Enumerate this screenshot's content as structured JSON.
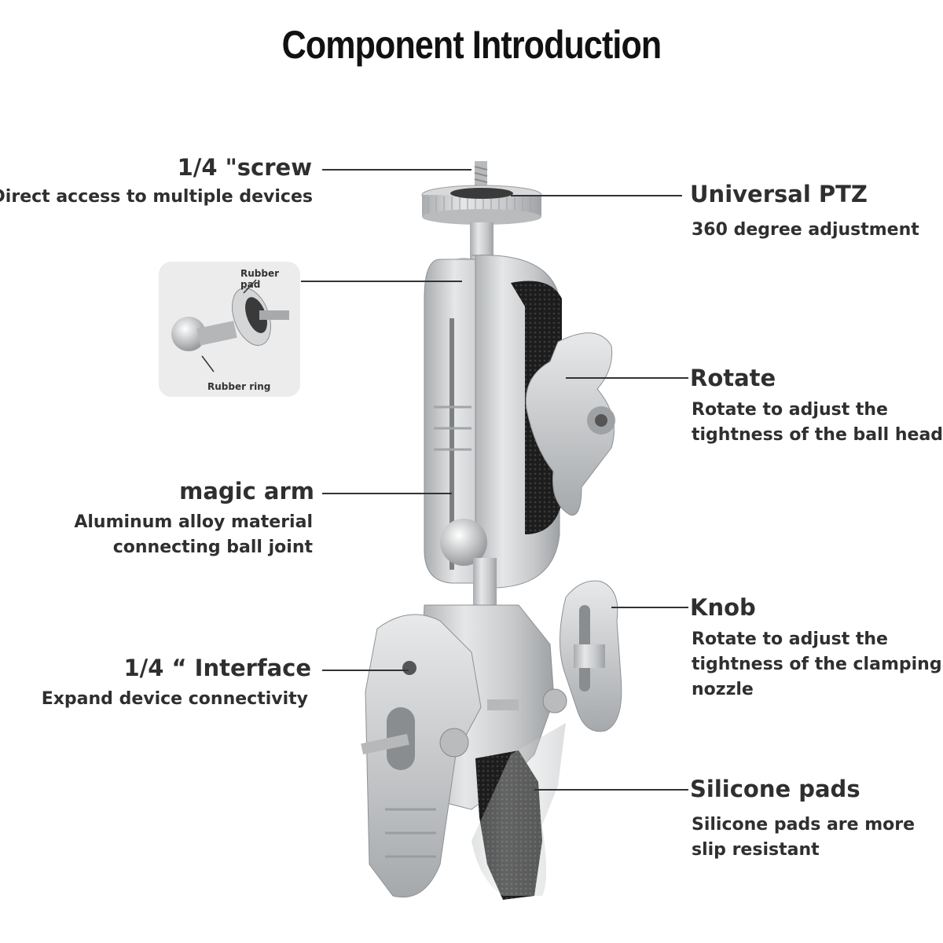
{
  "title": "Component Introduction",
  "callouts": {
    "screw": {
      "heading": "1/4 \"screw",
      "lines": [
        "Direct access to multiple devices"
      ]
    },
    "ptz": {
      "heading": "Universal PTZ",
      "lines": [
        "360 degree adjustment"
      ]
    },
    "rotate": {
      "heading": "Rotate",
      "lines": [
        "Rotate to adjust the",
        "tightness of the ball head"
      ]
    },
    "arm": {
      "heading": "magic arm",
      "lines": [
        "Aluminum alloy material",
        "connecting ball joint"
      ]
    },
    "knob": {
      "heading": "Knob",
      "lines": [
        "Rotate to adjust the",
        "tightness of the clamping",
        "nozzle"
      ]
    },
    "interface": {
      "heading": "1/4 “ Interface",
      "lines": [
        "Expand device connectivity"
      ]
    },
    "pads": {
      "heading": "Silicone pads",
      "lines": [
        "Silicone pads are more",
        "slip resistant"
      ]
    }
  },
  "inset": {
    "top_label": "Rubber pad",
    "bottom_label": "Rubber ring"
  },
  "colors": {
    "metal": "#c9cbcd",
    "metal_dark": "#9a9da0",
    "rubber": "#1f1f1f",
    "text": "#2f2f2f"
  }
}
